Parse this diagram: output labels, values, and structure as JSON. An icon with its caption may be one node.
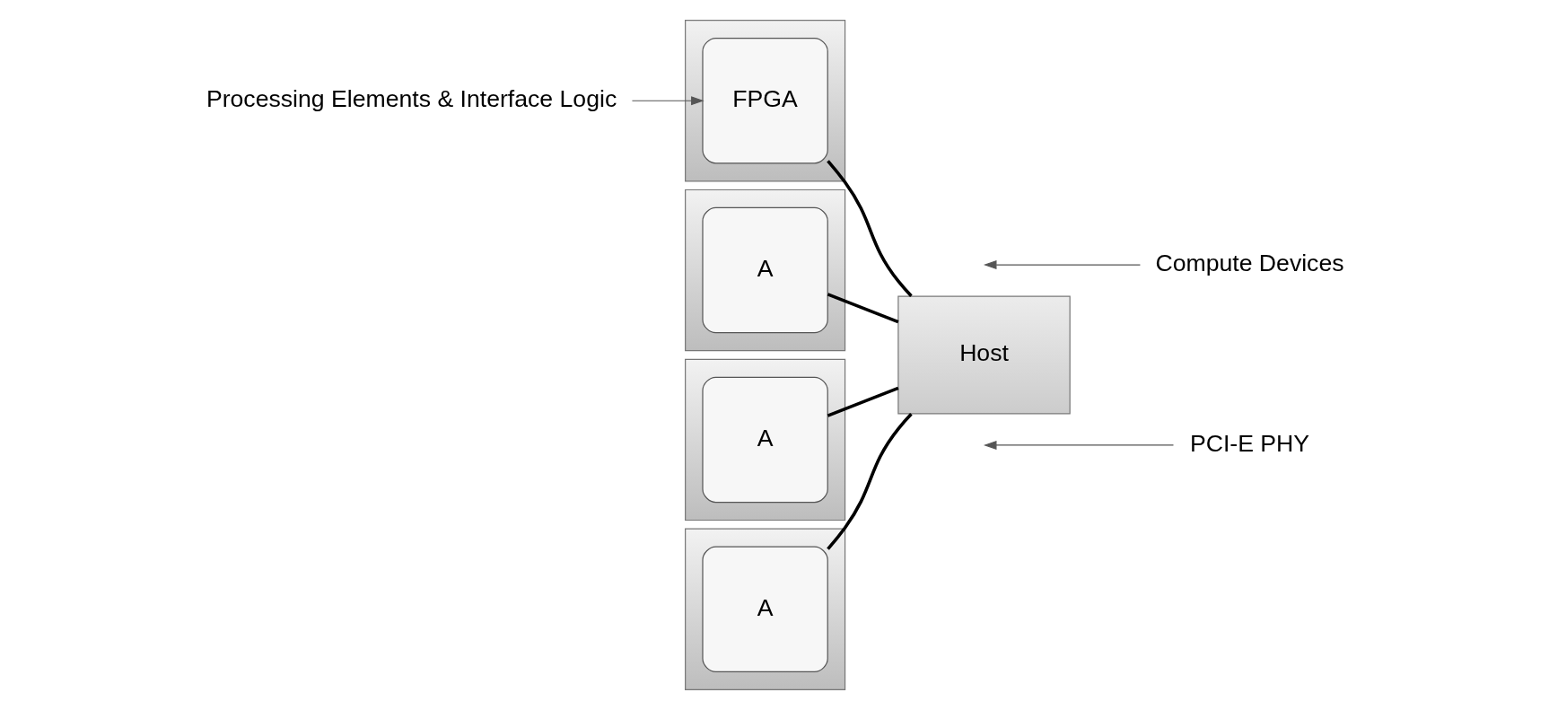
{
  "diagram": {
    "nodes": [
      {
        "text": [
          "Processing Elements & Interface Logic"
        ]
      },
      {
        "text": [
          "PCI-E PHY"
        ]
      },
      {
        "text": [],
        "shape": "box"
      },
      {
        "text": [
          "A"
        ],
        "in": 2
      },
      {
        "text": [],
        "shape": "box"
      },
      {
        "text": [
          "A"
        ],
        "in": 4
      },
      {
        "text": [],
        "shape": "box"
      },
      {
        "text": [
          "A"
        ],
        "in": 6
      },
      {
        "text": [
          "Host"
        ]
      },
      {
        "text": [],
        "shape": "box"
      },
      {
        "text": [
          "FPGA"
        ],
        "in": 9
      },
      {
        "text": [
          "Compute Devices"
        ]
      }
    ],
    "edges": [
      {
        "from": 0,
        "to": 10,
        "arrow": "to",
        "color": "#555555"
      },
      {
        "from": 1,
        "to": null,
        "arrow": "to",
        "color": "#555555"
      },
      {
        "from": 3,
        "to": 8,
        "arrow": "none"
      },
      {
        "from": 5,
        "to": 8,
        "arrow": "none"
      },
      {
        "from": 7,
        "to": 8,
        "arrow": "none"
      },
      {
        "from": 10,
        "to": 8,
        "arrow": "none"
      },
      {
        "from": 11,
        "to": null,
        "arrow": "to",
        "color": "#555555"
      }
    ]
  }
}
